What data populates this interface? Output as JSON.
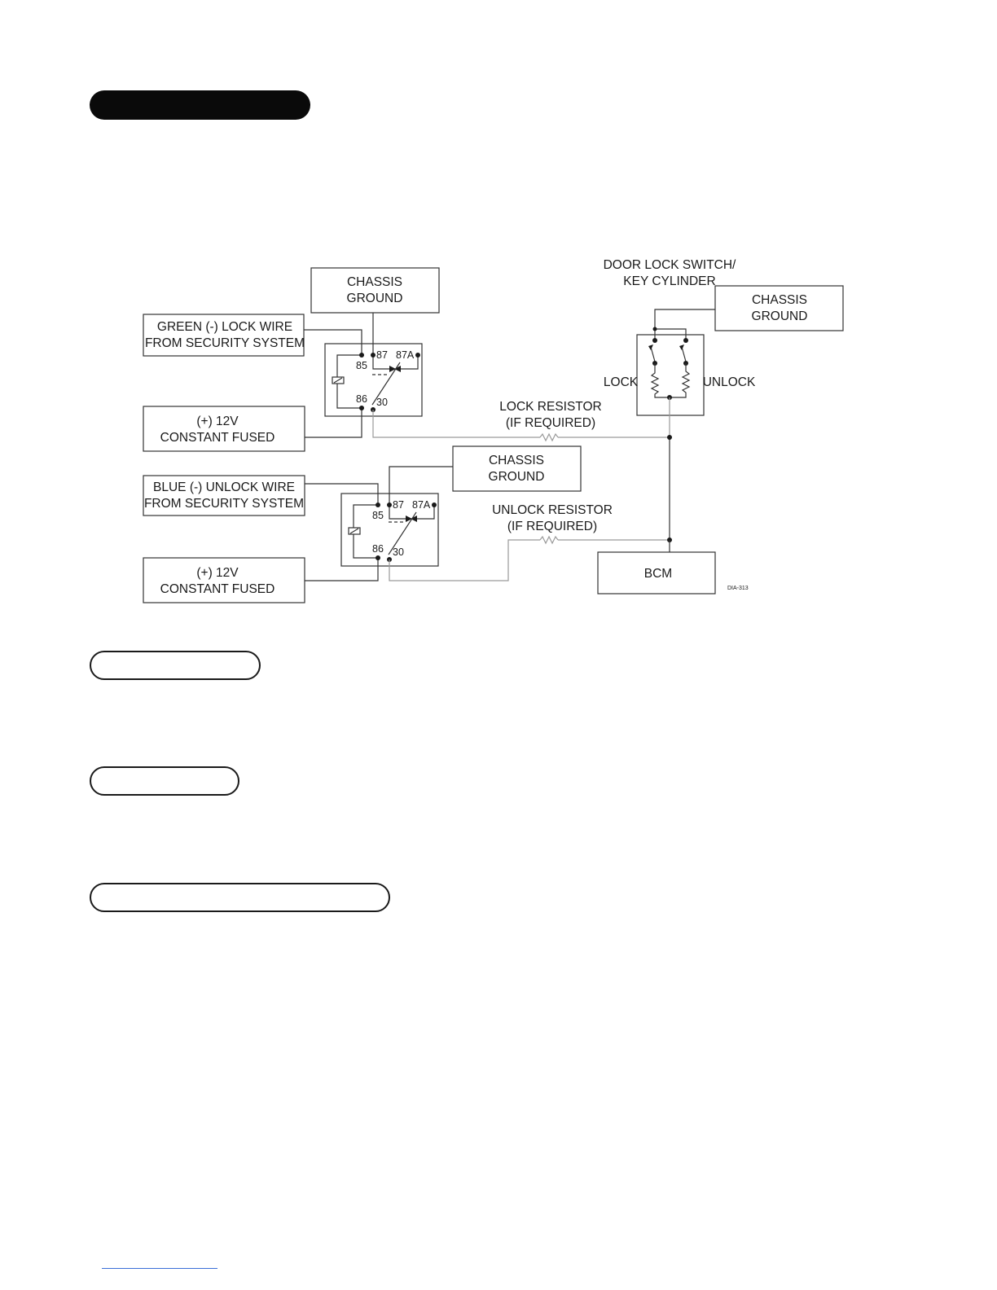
{
  "headers": {
    "section1": "",
    "section2": "",
    "section3": "",
    "section4": ""
  },
  "diagram": {
    "top_relay": {
      "input_box": [
        "GREEN (-) LOCK WIRE",
        "FROM SECURITY SYSTEM"
      ],
      "power_box": [
        "(+) 12V",
        "CONSTANT FUSED"
      ],
      "ground_box": [
        "CHASSIS",
        "GROUND"
      ],
      "pins": {
        "p85": "85",
        "p86": "86",
        "p87": "87",
        "p87a": "87A",
        "p30": "30"
      }
    },
    "bottom_relay": {
      "input_box": [
        "BLUE (-) UNLOCK WIRE",
        "FROM SECURITY SYSTEM"
      ],
      "power_box": [
        "(+) 12V",
        "CONSTANT FUSED"
      ],
      "ground_box": [
        "CHASSIS",
        "GROUND"
      ],
      "pins": {
        "p85": "85",
        "p86": "86",
        "p87": "87",
        "p87a": "87A",
        "p30": "30"
      }
    },
    "switch": {
      "title": [
        "DOOR LOCK SWITCH/",
        "KEY CYLINDER"
      ],
      "ground_box": [
        "CHASSIS",
        "GROUND"
      ],
      "lock_label": "LOCK",
      "unlock_label": "UNLOCK"
    },
    "lock_resistor": [
      "LOCK RESISTOR",
      "(IF REQUIRED)"
    ],
    "unlock_resistor": [
      "UNLOCK RESISTOR",
      "(IF REQUIRED)"
    ],
    "bcm": "BCM",
    "figure_id": "DIA-313"
  },
  "footer": {
    "link_text": ""
  }
}
